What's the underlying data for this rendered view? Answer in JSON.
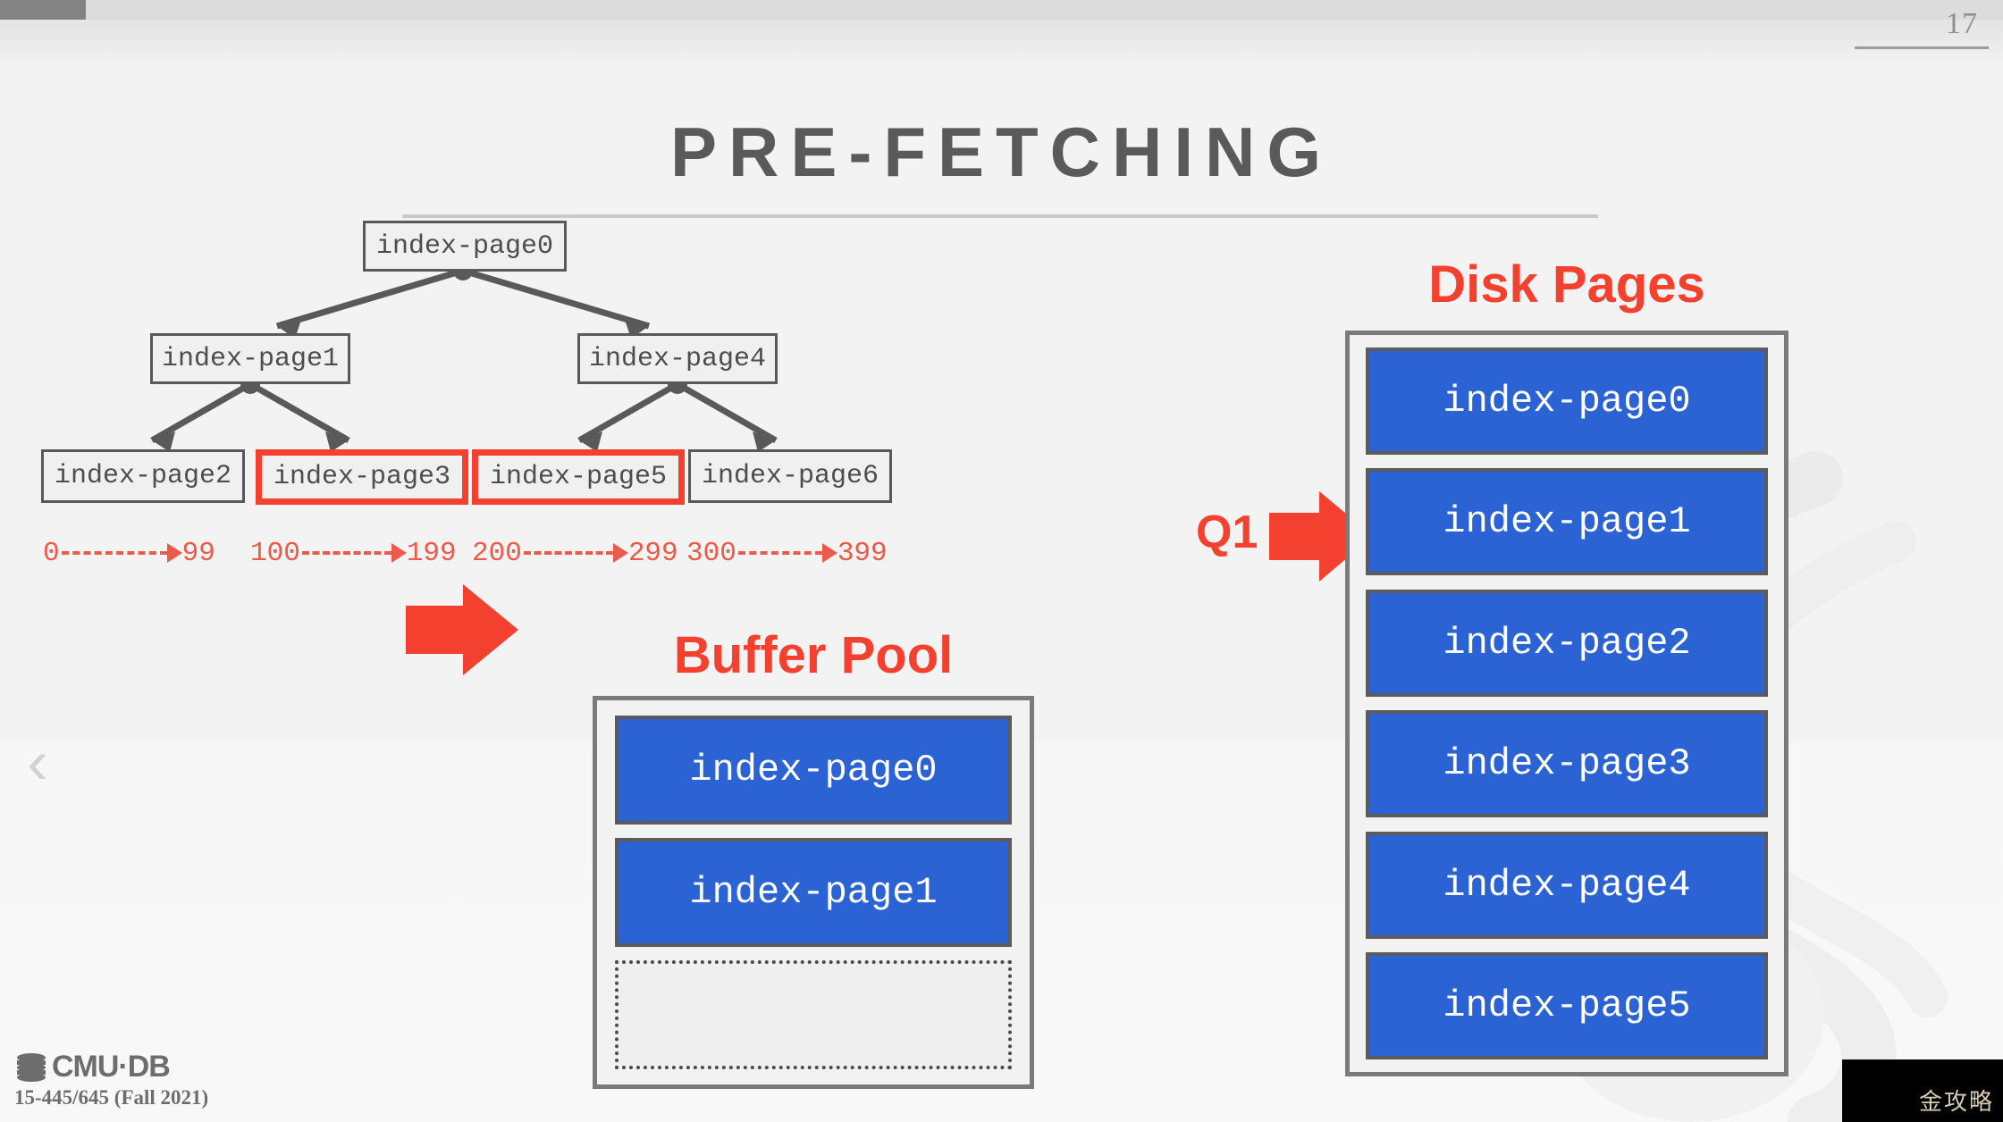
{
  "player": {
    "page_number": "17",
    "prev_icon": "chevron-left-icon",
    "progress_percent": 4
  },
  "slide": {
    "title": "PRE-FETCHING"
  },
  "tree": {
    "nodes": [
      {
        "label": "index-page0",
        "level": 0,
        "highlighted": false
      },
      {
        "label": "index-page1",
        "level": 1,
        "highlighted": false
      },
      {
        "label": "index-page4",
        "level": 1,
        "highlighted": false
      },
      {
        "label": "index-page2",
        "level": 2,
        "highlighted": false
      },
      {
        "label": "index-page3",
        "level": 2,
        "highlighted": true
      },
      {
        "label": "index-page5",
        "level": 2,
        "highlighted": true
      },
      {
        "label": "index-page6",
        "level": 2,
        "highlighted": false
      }
    ],
    "ranges": [
      {
        "start": "0",
        "end": "99"
      },
      {
        "start": "100",
        "end": "199"
      },
      {
        "start": "200",
        "end": "299"
      },
      {
        "start": "300",
        "end": "399"
      }
    ]
  },
  "buffer_pool": {
    "heading": "Buffer Pool",
    "slots": [
      {
        "label": "index-page0",
        "empty": false
      },
      {
        "label": "index-page1",
        "empty": false
      },
      {
        "label": "",
        "empty": true
      }
    ]
  },
  "disk_pages": {
    "heading": "Disk Pages",
    "query_label": "Q1",
    "slots": [
      {
        "label": "index-page0"
      },
      {
        "label": "index-page1"
      },
      {
        "label": "index-page2"
      },
      {
        "label": "index-page3"
      },
      {
        "label": "index-page4"
      },
      {
        "label": "index-page5"
      }
    ]
  },
  "footer": {
    "logo_name": "CMU·DB",
    "course": "15-445/645 (Fall 2021)",
    "logo_icon": "database-cylinder-icon"
  },
  "corner_watermark": {
    "text": "金攻略"
  },
  "colors": {
    "accent_red": "#f4402e",
    "range_red": "#ec5a4a",
    "page_blue": "#2b62d4",
    "node_gray": "#595959",
    "title_gray": "#5a5a5a",
    "slide_bg": "#f3f3f3"
  }
}
